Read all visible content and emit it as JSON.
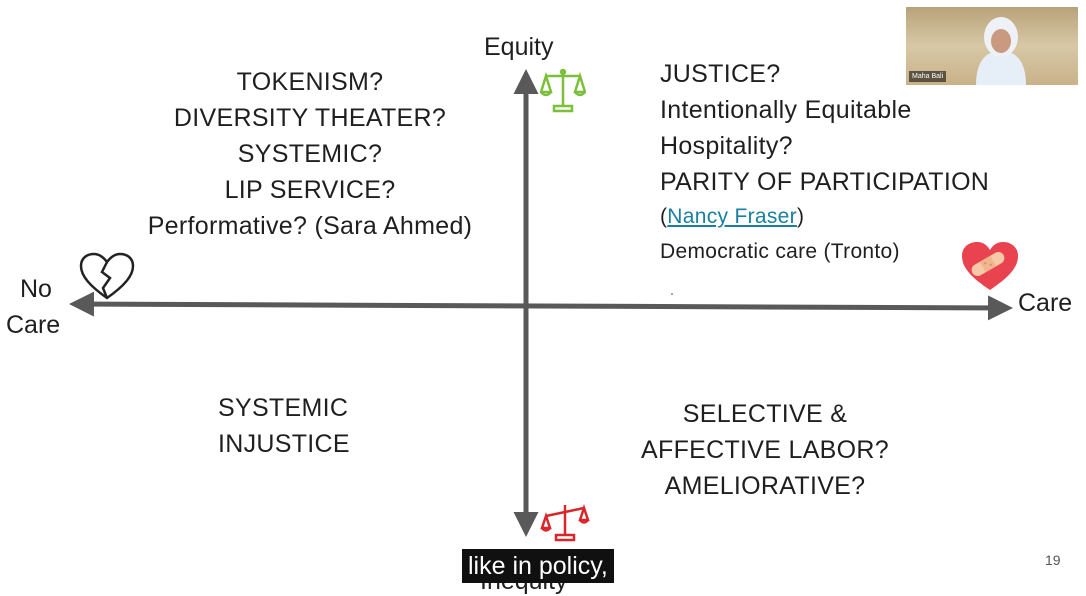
{
  "axes": {
    "top": "Equity",
    "bottom": "Inequity",
    "left_line1": "No",
    "left_line2": "Care",
    "right": "Care"
  },
  "quadrants": {
    "top_left": [
      "TOKENISM?",
      "DIVERSITY THEATER?",
      "SYSTEMIC?",
      "LIP SERVICE?",
      "Performative? (Sara Ahmed)"
    ],
    "top_right": {
      "line1": "JUSTICE?",
      "line2": "Intentionally Equitable",
      "line3": "Hospitality?",
      "line4": "PARITY OF PARTICIPATION",
      "paren_open": "(",
      "link": "Nancy Fraser",
      "paren_close": ")",
      "line6": "Democratic care (Tronto)"
    },
    "bottom_left": [
      "SYSTEMIC",
      "INJUSTICE"
    ],
    "bottom_right": [
      "SELECTIVE &",
      "AFFECTIVE LABOR?",
      "AMELIORATIVE?"
    ]
  },
  "video": {
    "participant_name": "Maha Bali"
  },
  "caption": "like in policy,",
  "page_number": "19",
  "colors": {
    "axis": "#595959",
    "scale_equity": "#7cbf3a",
    "scale_inequity": "#d9262a",
    "heart": "#e8434f",
    "link": "#1a7fa0"
  },
  "icons": [
    "broken-heart-icon",
    "balanced-scale-icon",
    "unbalanced-scale-icon",
    "bandaged-heart-icon"
  ]
}
